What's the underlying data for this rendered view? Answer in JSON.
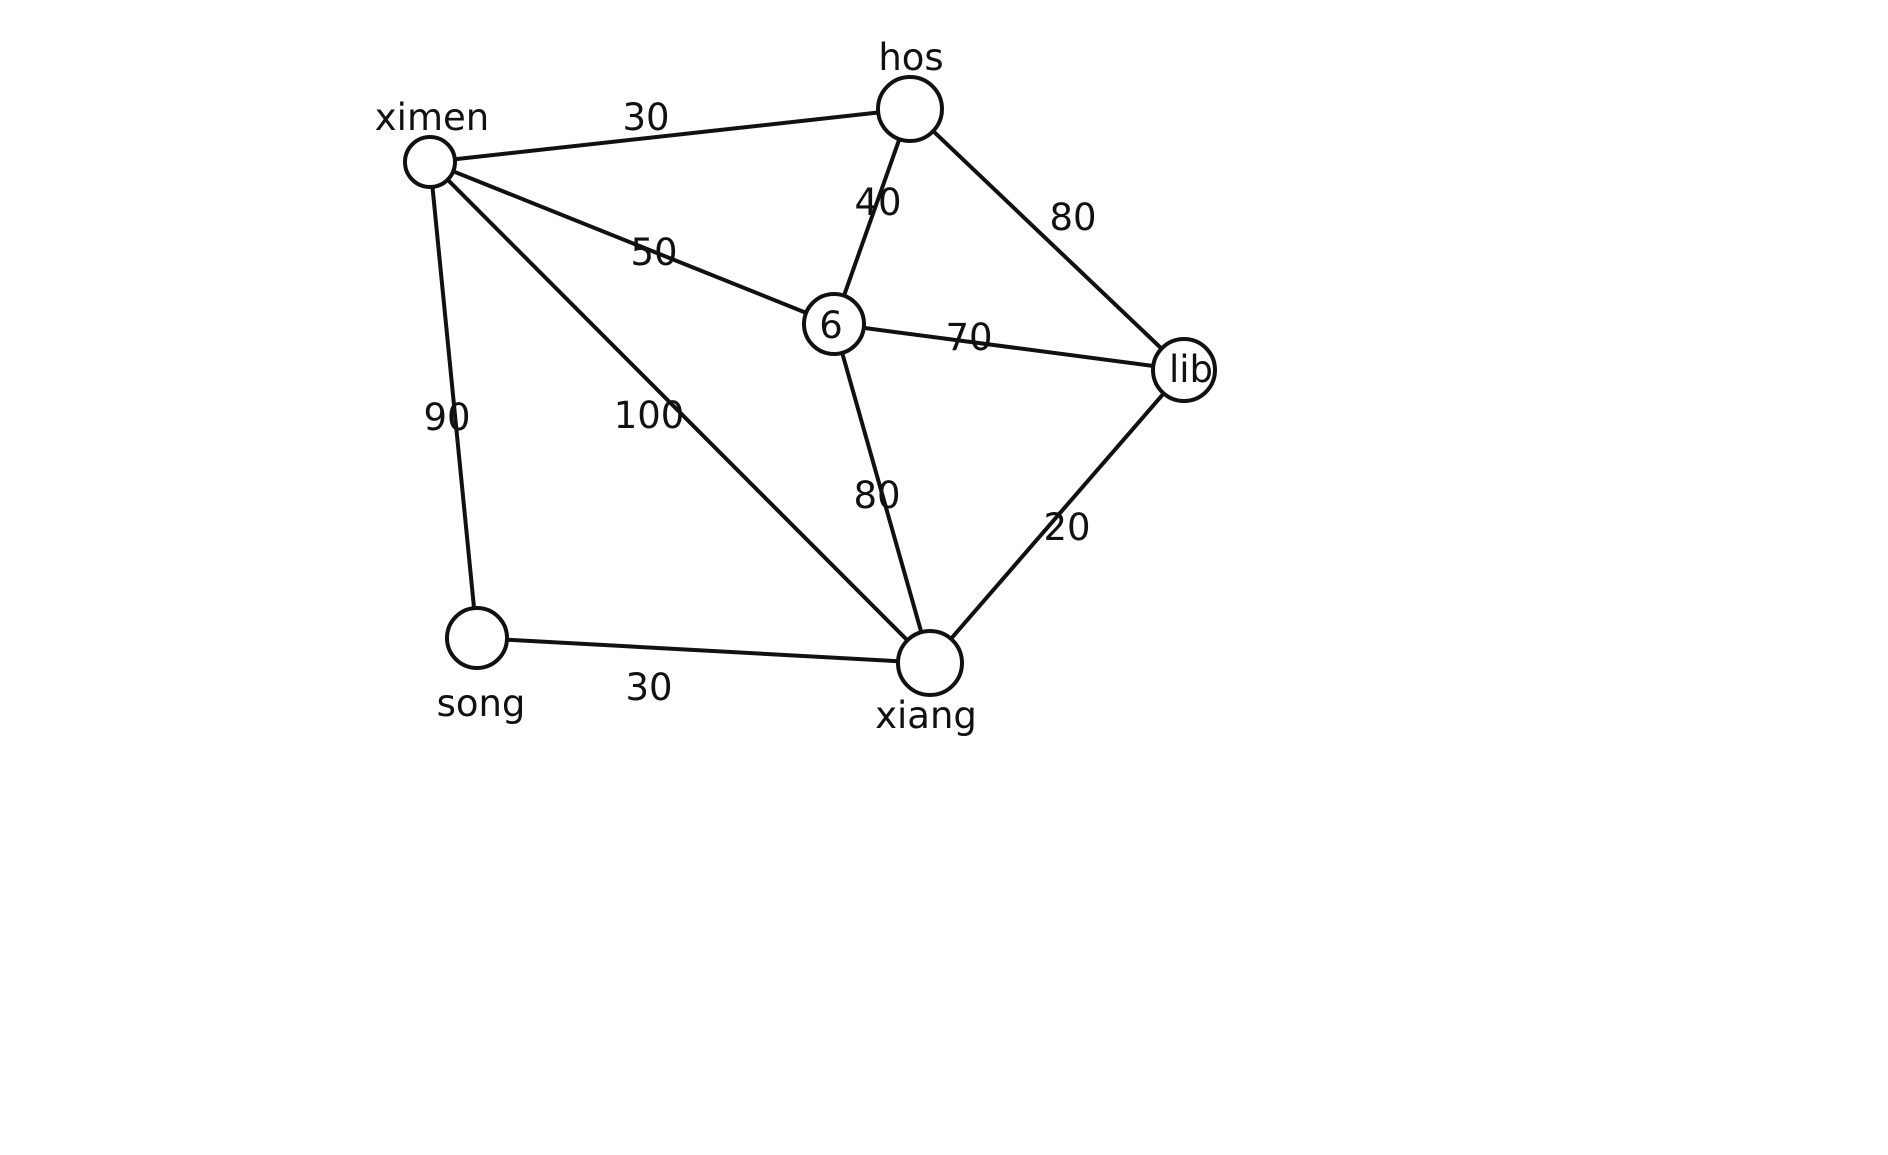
{
  "graph": {
    "nodes": [
      {
        "id": "ximen",
        "label": "ximen"
      },
      {
        "id": "hos",
        "label": "hos"
      },
      {
        "id": "six",
        "label": "6"
      },
      {
        "id": "lib",
        "label": "lib"
      },
      {
        "id": "song",
        "label": "song"
      },
      {
        "id": "xiang",
        "label": "xiang"
      }
    ],
    "edges": [
      {
        "from": "ximen",
        "to": "hos",
        "weight": "30"
      },
      {
        "from": "ximen",
        "to": "six",
        "weight": "50"
      },
      {
        "from": "ximen",
        "to": "song",
        "weight": "90"
      },
      {
        "from": "ximen",
        "to": "xiang",
        "weight": "100"
      },
      {
        "from": "hos",
        "to": "six",
        "weight": "40"
      },
      {
        "from": "hos",
        "to": "lib",
        "weight": "80"
      },
      {
        "from": "six",
        "to": "lib",
        "weight": "70"
      },
      {
        "from": "six",
        "to": "xiang",
        "weight": "80"
      },
      {
        "from": "lib",
        "to": "xiang",
        "weight": "20"
      },
      {
        "from": "song",
        "to": "xiang",
        "weight": "30"
      }
    ]
  }
}
